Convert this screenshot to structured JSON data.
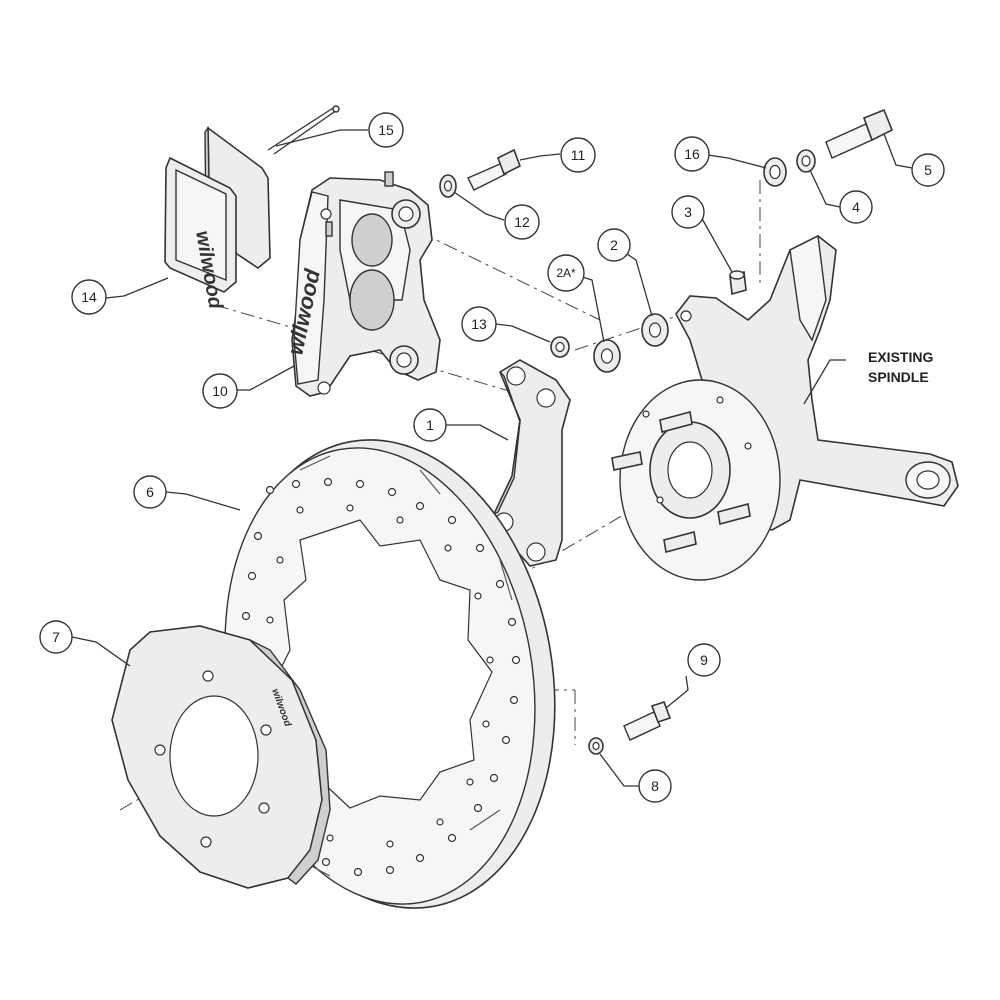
{
  "diagram": {
    "brand_mark": "wilwood",
    "existing_spindle_label": {
      "line1": "EXISTING",
      "line2": "SPINDLE"
    },
    "callouts": [
      {
        "id": "1",
        "text": "1"
      },
      {
        "id": "2",
        "text": "2"
      },
      {
        "id": "2A",
        "text": "2A*"
      },
      {
        "id": "3",
        "text": "3"
      },
      {
        "id": "4",
        "text": "4"
      },
      {
        "id": "5",
        "text": "5"
      },
      {
        "id": "6",
        "text": "6"
      },
      {
        "id": "7",
        "text": "7"
      },
      {
        "id": "8",
        "text": "8"
      },
      {
        "id": "9",
        "text": "9"
      },
      {
        "id": "10",
        "text": "10"
      },
      {
        "id": "11",
        "text": "11"
      },
      {
        "id": "12",
        "text": "12"
      },
      {
        "id": "13",
        "text": "13"
      },
      {
        "id": "14",
        "text": "14"
      },
      {
        "id": "15",
        "text": "15"
      },
      {
        "id": "16",
        "text": "16"
      }
    ]
  }
}
